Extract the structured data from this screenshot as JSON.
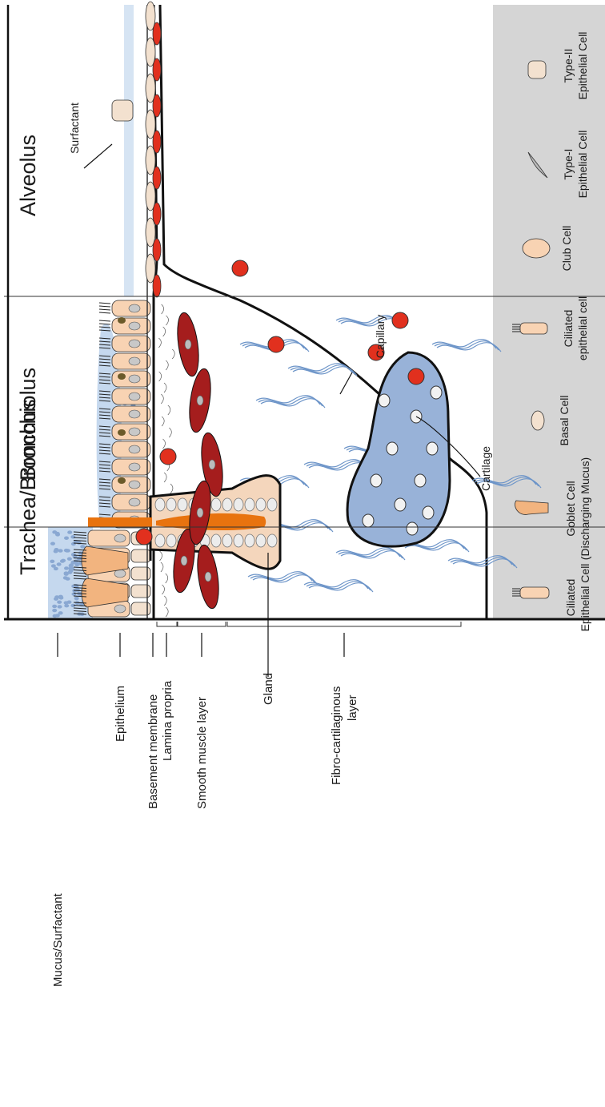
{
  "regions": {
    "trachea": "Trachea/Bronchus",
    "bronchiolus": "Bronchiolus",
    "alveolus": "Alveolus"
  },
  "layers": {
    "mucus": "Mucus/Surfactant",
    "epithelium": "Epithelium",
    "basement": "Basement membrane",
    "lamina": "Lamina propria",
    "smooth": "Smooth muscle layer",
    "gland": "Gland",
    "fibro_1": "Fibro-cartilaginous",
    "fibro_2": "layer"
  },
  "annotations": {
    "cartilage": "Cartilage",
    "capillary": "Capillary",
    "surfactant": "Surfactant"
  },
  "legend": {
    "ciliated_1": "Ciliated",
    "ciliated_2": "Epithelial Cell",
    "goblet_1": "Goblet Cell",
    "goblet_2": "(Discharging Mucus)",
    "basal": "Basal Cell",
    "ciliated_b_1": "Ciliated",
    "ciliated_b_2": "epithelial cell",
    "club": "Club Cell",
    "type1_1": "Type-I",
    "type1_2": "Epithelial Cell",
    "type2_1": "Type-II",
    "type2_2": "Epithelial Cell"
  },
  "colors": {
    "mucus": "#c5d8ee",
    "cell": "#f8d3b3",
    "goblet": "#f2b47f",
    "muscle": "#a51d1d",
    "rbc": "#e1301e",
    "secretion": "#e8730f",
    "fiber": "#6c94c8",
    "cartilage": "#98b2d8",
    "legend_bg": "#d5d5d5"
  }
}
